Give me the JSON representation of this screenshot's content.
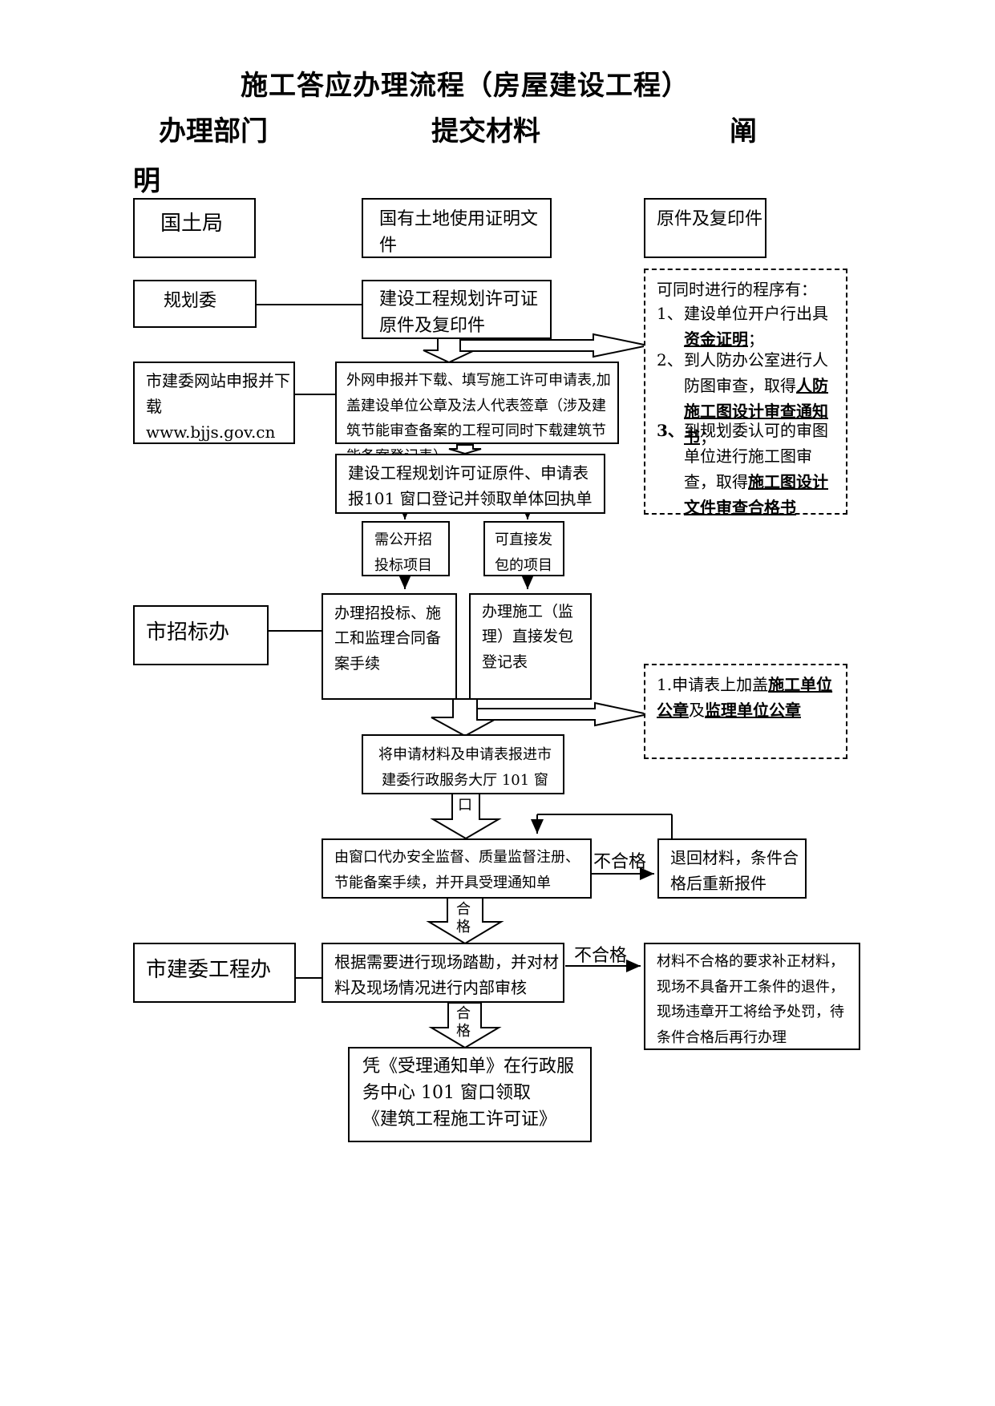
{
  "title": "施工答应办理流程（房屋建设工程）",
  "headers": {
    "col1": "办理部门",
    "col2": "提交材料",
    "col3_part1": "阐",
    "col3_part2": "明"
  },
  "depts": {
    "guotu": "国土局",
    "guihua": "规划委",
    "jianwei_web": "市建委网站申报并下载\nwww.bjjs.gov.cn",
    "zhaobiao": "市招标办",
    "gongcheng": "市建委工程办"
  },
  "materials": {
    "land_cert": "国有土地使用证明文件",
    "plan_permit": "建设工程规划许可证原件及复印件",
    "online_apply": "外网申报并下载、填写施工许可申请表,加盖建设单位公章及法人代表签章（涉及建筑节能审查备案的工程可同时下载建筑节能备案登记表）",
    "register_101": "建设工程规划许可证原件、申请表报101 窗口登记并领取单体回执单",
    "public_bid": "需公开招投标项目",
    "direct_contract": "可直接发包的项目",
    "bid_filing": "办理招投标、施工和监理合同备案手续",
    "direct_filing": "办理施工（监理）直接发包登记表",
    "submit_hall": "将申请材料及申请表报进市建委行政服务大厅 101 窗口",
    "window_proxy": "由窗口代办安全监督、质量监督注册、节能备案手续，并开具受理通知单",
    "site_review": "根据需要进行现场踏勘，并对材料及现场情况进行内部审核",
    "get_permit": "凭《受理通知单》在行政服务中心 101 窗口领取\n《建筑工程施工许可证》",
    "return_materials": "退回材料，条件合格后重新报件",
    "reject_note": "材料不合格的要求补正材料，现场不具备开工条件的退件，现场违章开工将给予处罚，待条件合格后再行办理"
  },
  "notes": {
    "original_copy": "原件及复印件",
    "concurrent": {
      "intro": "可同时进行的程序有：",
      "i1_num": "1、",
      "i1_a": "建设单位开户行出具",
      "i1_u": "资金证明",
      "i1_end": "；",
      "i2_num": "2、",
      "i2_a": "到人防办公室进行人防图审查，取得",
      "i2_u": "人防施工图设计审查通知书",
      "i2_end": "；",
      "i3_num": "3、",
      "i3_a": "到规划委认可的审图单位进行施工图审查，取得",
      "i3_u": "施工图设计文件审查合格书"
    },
    "stamp": {
      "a": "1.申请表上加盖",
      "u1": "施工单位公章",
      "b": "及",
      "u2": "监理单位公章"
    }
  },
  "labels": {
    "fail1": "不合格",
    "fail2": "不合格",
    "pass1": "合\n格",
    "pass2": "合\n格"
  }
}
